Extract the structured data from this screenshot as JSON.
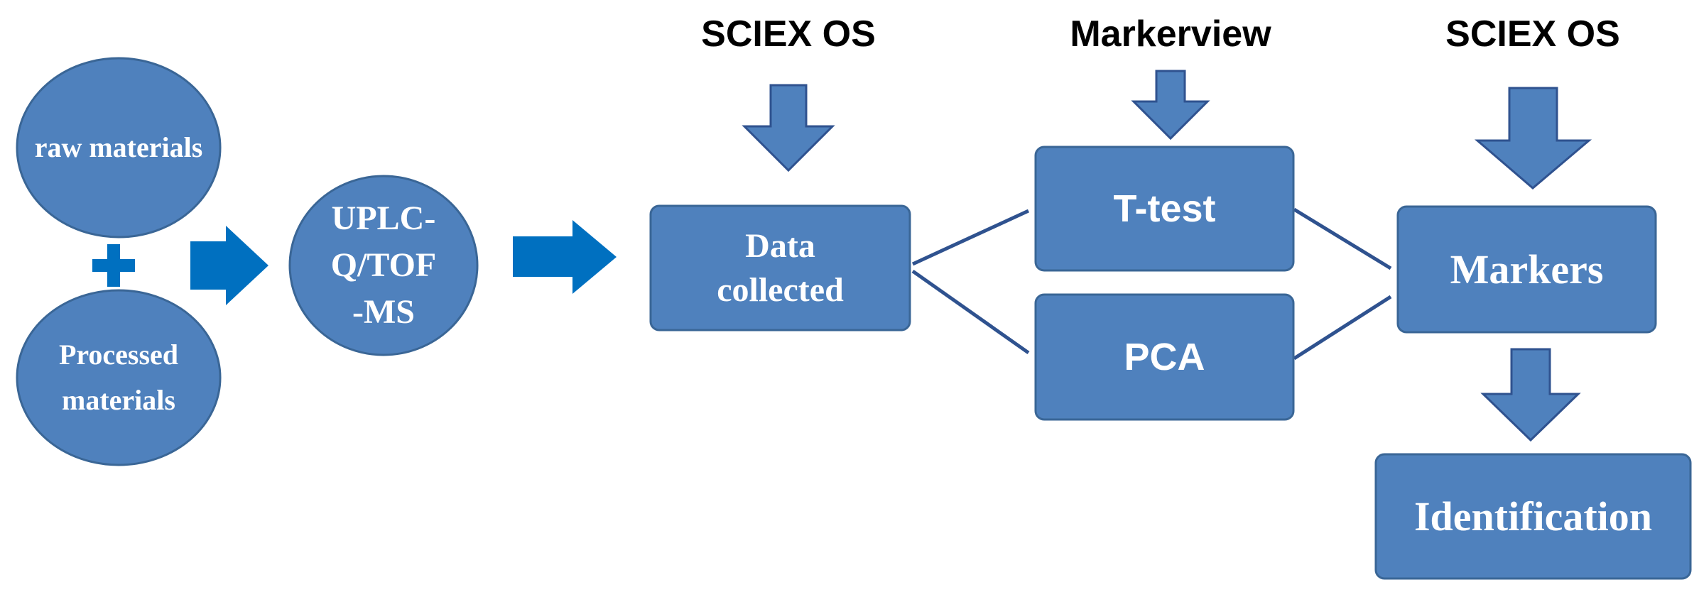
{
  "colors": {
    "node_fill": "#4F81BD",
    "node_stroke": "#3A6696",
    "arrow_fill": "#4F81BD",
    "arrow_stroke": "#2F528F",
    "flow_arrow_fill": "#0070C0",
    "connector": "#2F528F",
    "label_text": "#000000",
    "node_text": "#FFFFFF"
  },
  "inputs": {
    "raw_materials": "raw materials",
    "plus_symbol": "+",
    "processed_materials": "Processed materials"
  },
  "instrument": {
    "line1": "UPLC-",
    "line2": "Q/TOF",
    "line3": "-MS"
  },
  "steps": {
    "data_collected_line1": "Data",
    "data_collected_line2": "collected",
    "t_test": "T-test",
    "pca": "PCA",
    "markers": "Markers",
    "identification": "Identification"
  },
  "tools": {
    "data_collection_tool": "SCIEX OS",
    "statistics_tool": "Markerview",
    "markers_tool": "SCIEX OS"
  }
}
